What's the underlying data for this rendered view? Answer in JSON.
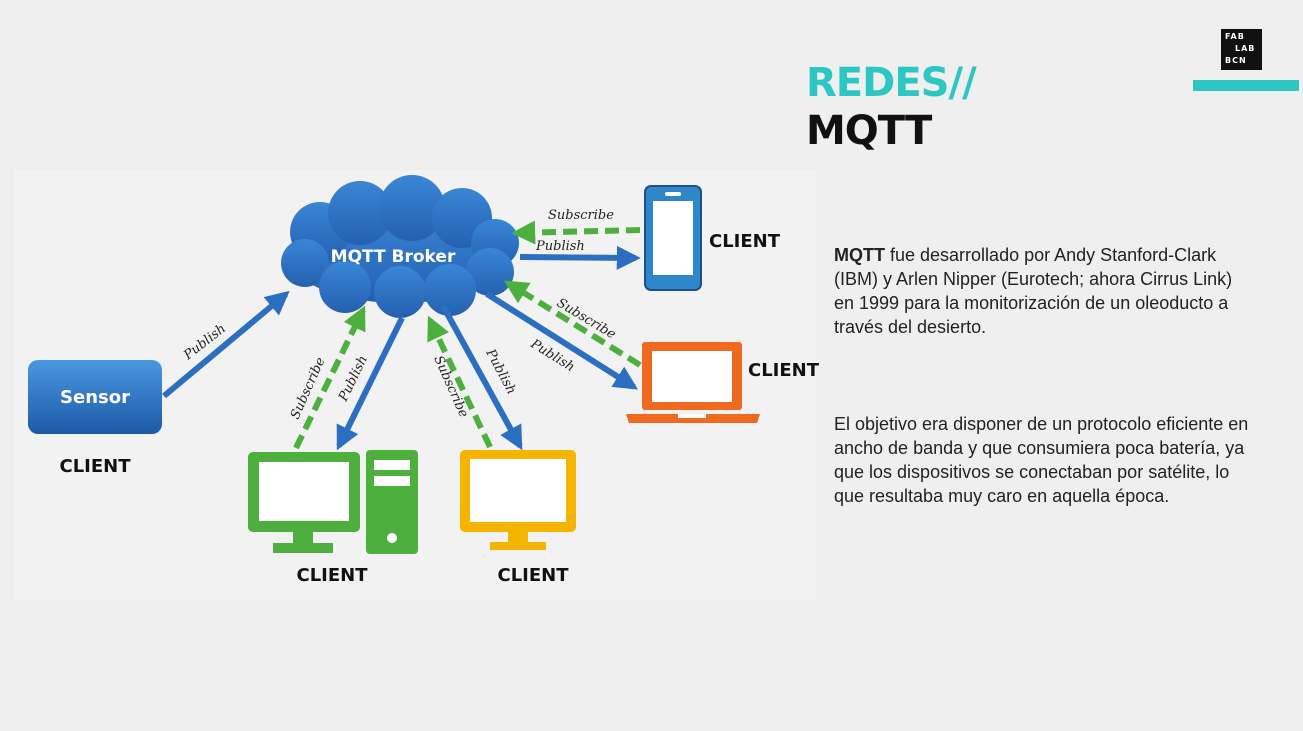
{
  "slide": {
    "logo": [
      "FAB",
      "LAB",
      "BCN"
    ],
    "title_line1": "REDES//",
    "title_line2": "MQTT",
    "paragraph1_bold": "MQTT",
    "paragraph1_rest": " fue desarrollado por Andy Stanford-Clark (IBM) y Arlen Nipper (Eurotech; ahora Cirrus Link) en 1999 para la monitorización de un oleoducto a través del desierto.",
    "paragraph2": "El objetivo era disponer de un protocolo eficiente en ancho de banda y que consumiera poca batería, ya que los dispositivos se conectaban por satélite, lo que resultaba muy caro en aquella época.",
    "colors": {
      "accent": "#2ec6c3",
      "broker": "#2a6fc0",
      "subscribe": "#4caf3e",
      "publish": "#2c6fc0"
    }
  },
  "diagram": {
    "broker_label": "MQTT Broker",
    "sensor_label": "Sensor",
    "client_label": "CLIENT",
    "publish_label": "Publish",
    "subscribe_label": "Subscribe",
    "devices": [
      "phone-icon",
      "laptop-icon",
      "desktop-icon",
      "monitor-icon"
    ]
  }
}
